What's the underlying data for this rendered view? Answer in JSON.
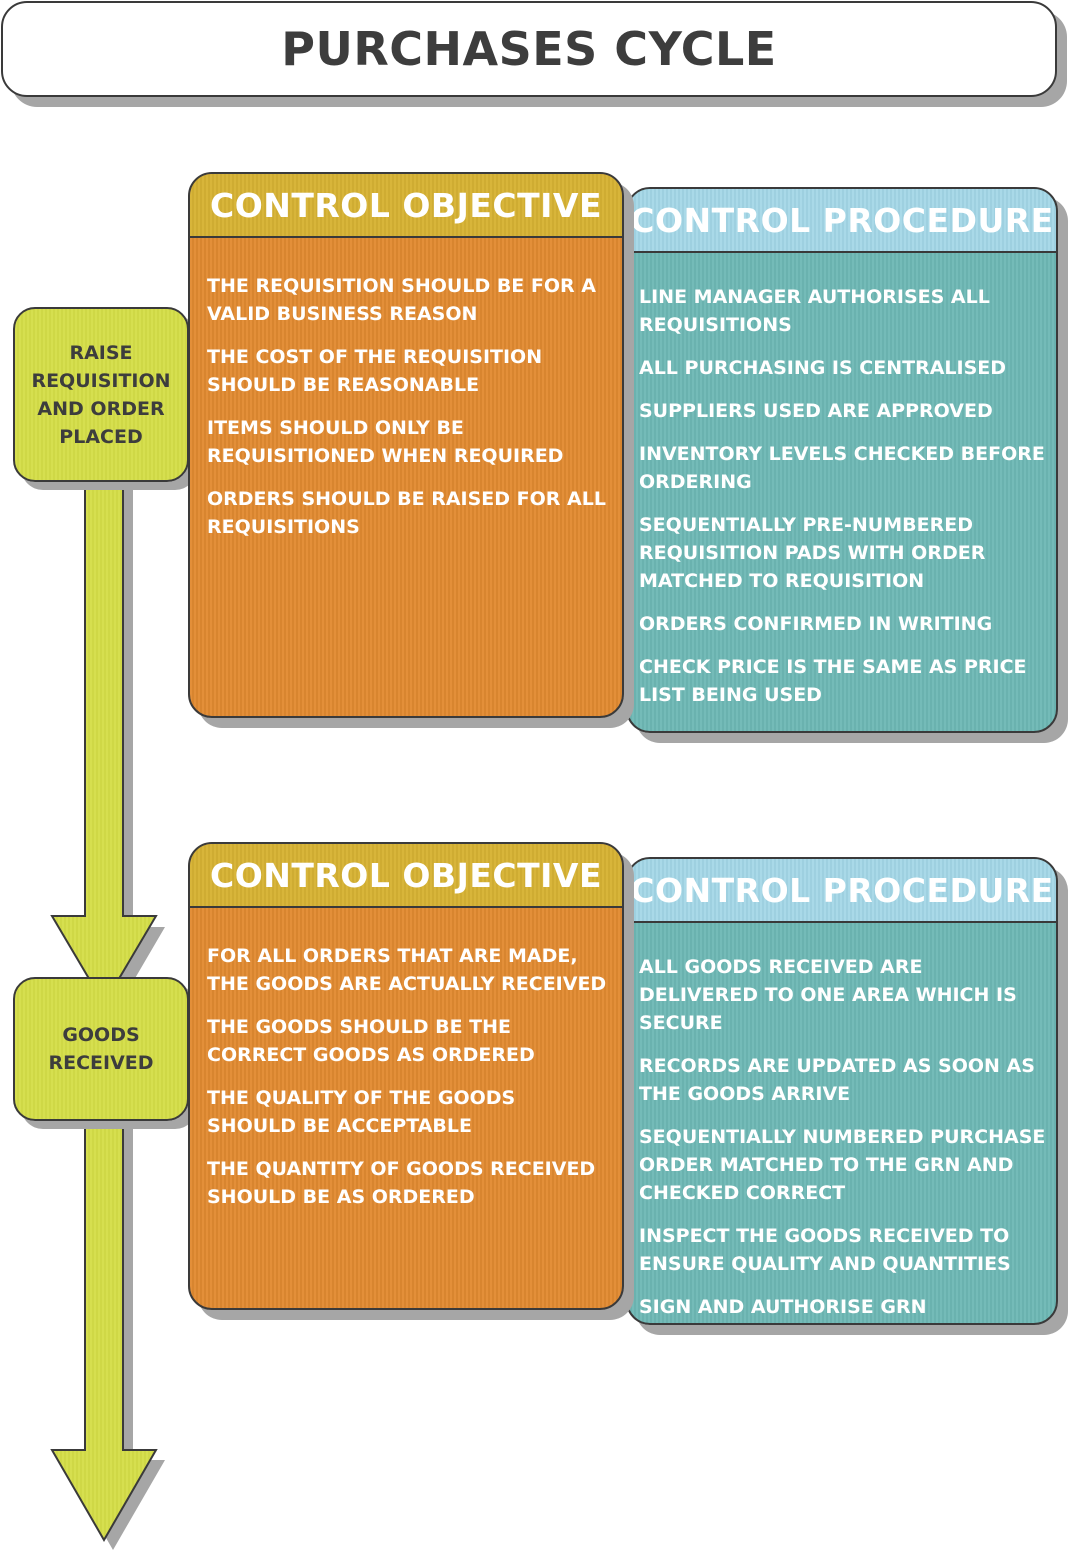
{
  "title": "PURCHASES CYCLE",
  "steps": [
    {
      "label": "RAISE REQUISITION AND ORDER PLACED"
    },
    {
      "label": "GOODS RECEIVED"
    }
  ],
  "sections": [
    {
      "objective": {
        "heading": "CONTROL OBJECTIVE",
        "items": [
          "THE REQUISITION SHOULD BE FOR A VALID BUSINESS REASON",
          "THE COST OF THE REQUISITION SHOULD BE REASONABLE",
          "ITEMS SHOULD ONLY BE REQUISITIONED WHEN REQUIRED",
          "ORDERS SHOULD BE RAISED FOR ALL REQUISITIONS"
        ]
      },
      "procedure": {
        "heading": "CONTROL PROCEDURE",
        "items": [
          "LINE MANAGER AUTHORISES ALL REQUISITIONS",
          "ALL PURCHASING IS CENTRALISED",
          "SUPPLIERS USED ARE APPROVED",
          "INVENTORY LEVELS CHECKED BEFORE ORDERING",
          "SEQUENTIALLY PRE-NUMBERED REQUISITION PADS WITH ORDER MATCHED TO REQUISITION",
          "ORDERS CONFIRMED IN WRITING",
          "CHECK PRICE IS THE SAME AS PRICE LIST BEING USED"
        ]
      }
    },
    {
      "objective": {
        "heading": "CONTROL OBJECTIVE",
        "items": [
          "FOR ALL ORDERS THAT ARE MADE, THE GOODS ARE ACTUALLY RECEIVED",
          "THE GOODS SHOULD BE THE CORRECT GOODS AS ORDERED",
          "THE QUALITY OF THE GOODS SHOULD BE ACCEPTABLE",
          "THE QUANTITY OF GOODS RECEIVED SHOULD BE AS ORDERED"
        ]
      },
      "procedure": {
        "heading": "CONTROL PROCEDURE",
        "items": [
          "ALL GOODS RECEIVED ARE DELIVERED TO ONE AREA WHICH IS SECURE",
          "RECORDS ARE UPDATED AS SOON AS THE GOODS ARRIVE",
          "SEQUENTIALLY NUMBERED PURCHASE ORDER MATCHED TO THE GRN AND CHECKED CORRECT",
          "INSPECT THE GOODS RECEIVED TO ENSURE QUALITY AND QUANTITIES",
          "SIGN AND AUTHORISE GRN"
        ]
      }
    }
  ],
  "colors": {
    "step_fill": "#d6df4f",
    "objective_fill": "#e38f39",
    "objective_header": "#d8b53a",
    "procedure_fill": "#74bbb8",
    "procedure_header": "#a9d9e8",
    "title_text": "#3d3d3d",
    "shadow": "#a6a6a6"
  }
}
